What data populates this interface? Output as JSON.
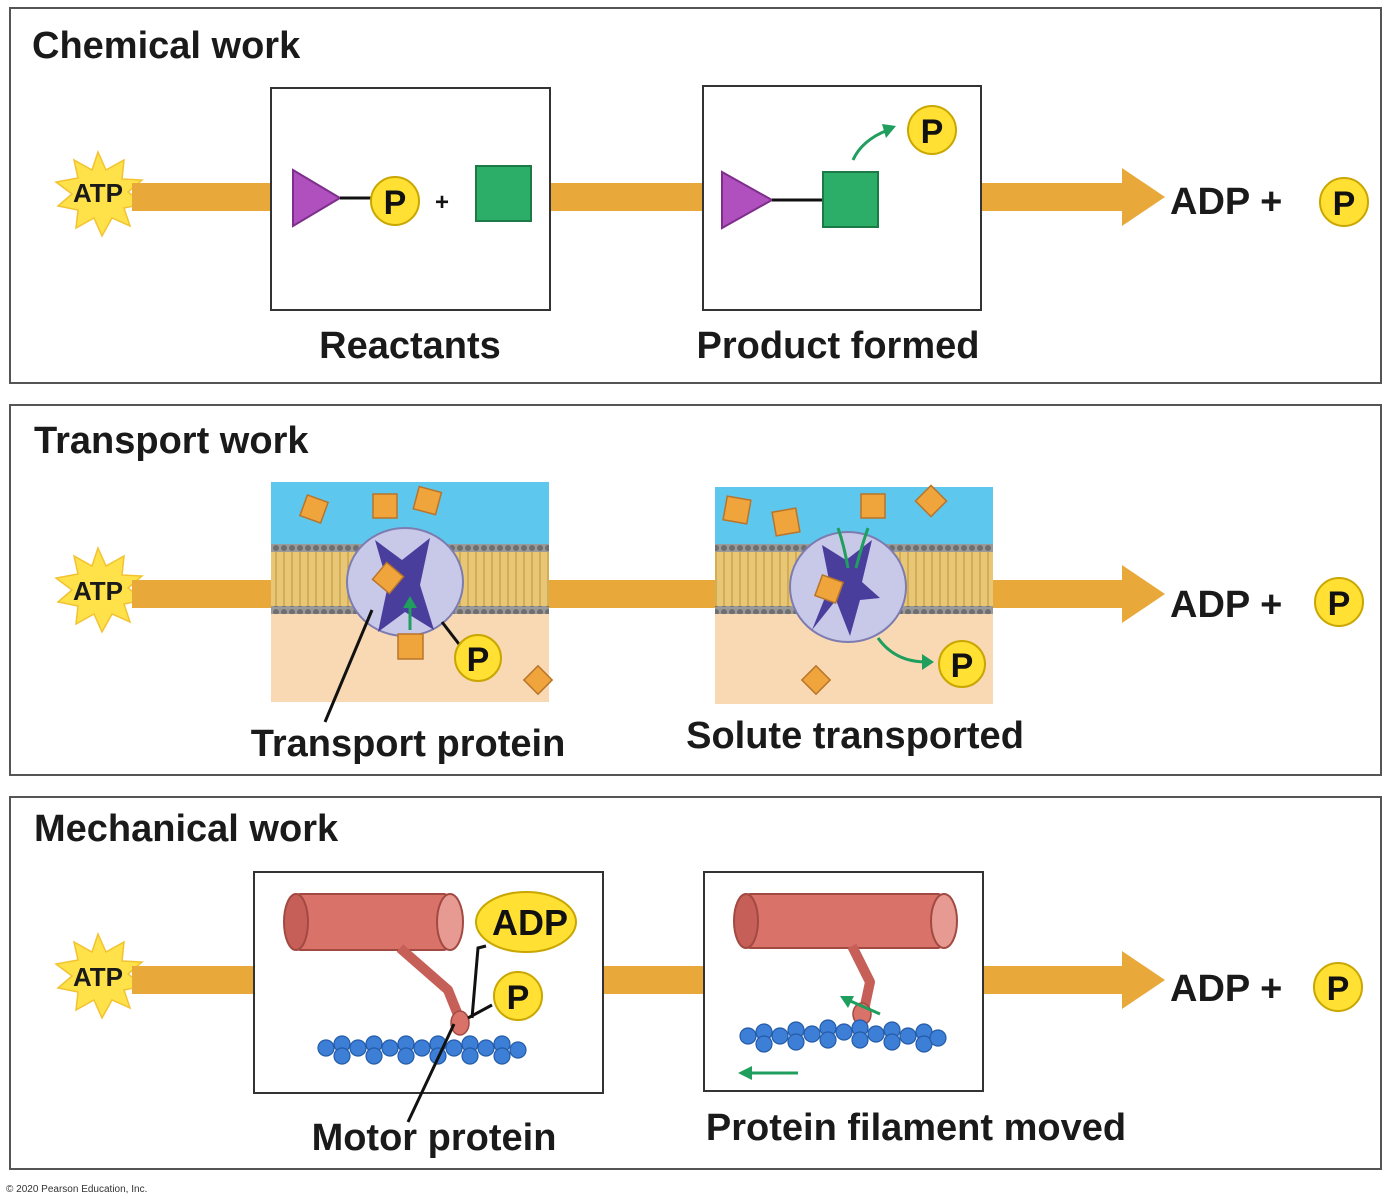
{
  "colors": {
    "arrow": "#E8A93A",
    "atp_burst": "#FFE24A",
    "phosphate_fill": "#FFE033",
    "triangle": "#B04FBE",
    "square": "#2DAE68",
    "green_arrow": "#1F9E5E",
    "water": "#5EC7EE",
    "cytoplasm": "#F9D9B4",
    "membrane": "#D9B25A",
    "protein": "#C8C8E8",
    "protein_core": "#4A3E9C",
    "solute": "#F0A43C",
    "myosin": "#D9736A",
    "actin": "#3D7FD6"
  },
  "panels": [
    {
      "title": "Chemical work",
      "atp": "ATP",
      "phosphate": "P",
      "plus": "+",
      "result_text": "ADP +",
      "box1_label": "Reactants",
      "box2_label": "Product formed"
    },
    {
      "title": "Transport work",
      "atp": "ATP",
      "phosphate": "P",
      "result_text": "ADP +",
      "box1_label": "Transport protein",
      "box2_label": "Solute transported"
    },
    {
      "title": "Mechanical work",
      "atp": "ATP",
      "phosphate": "P",
      "adp_tag": "ADP",
      "result_text": "ADP +",
      "box1_label": "Motor protein",
      "box2_label": "Protein filament moved"
    }
  ],
  "copyright": "© 2020 Pearson Education, Inc."
}
